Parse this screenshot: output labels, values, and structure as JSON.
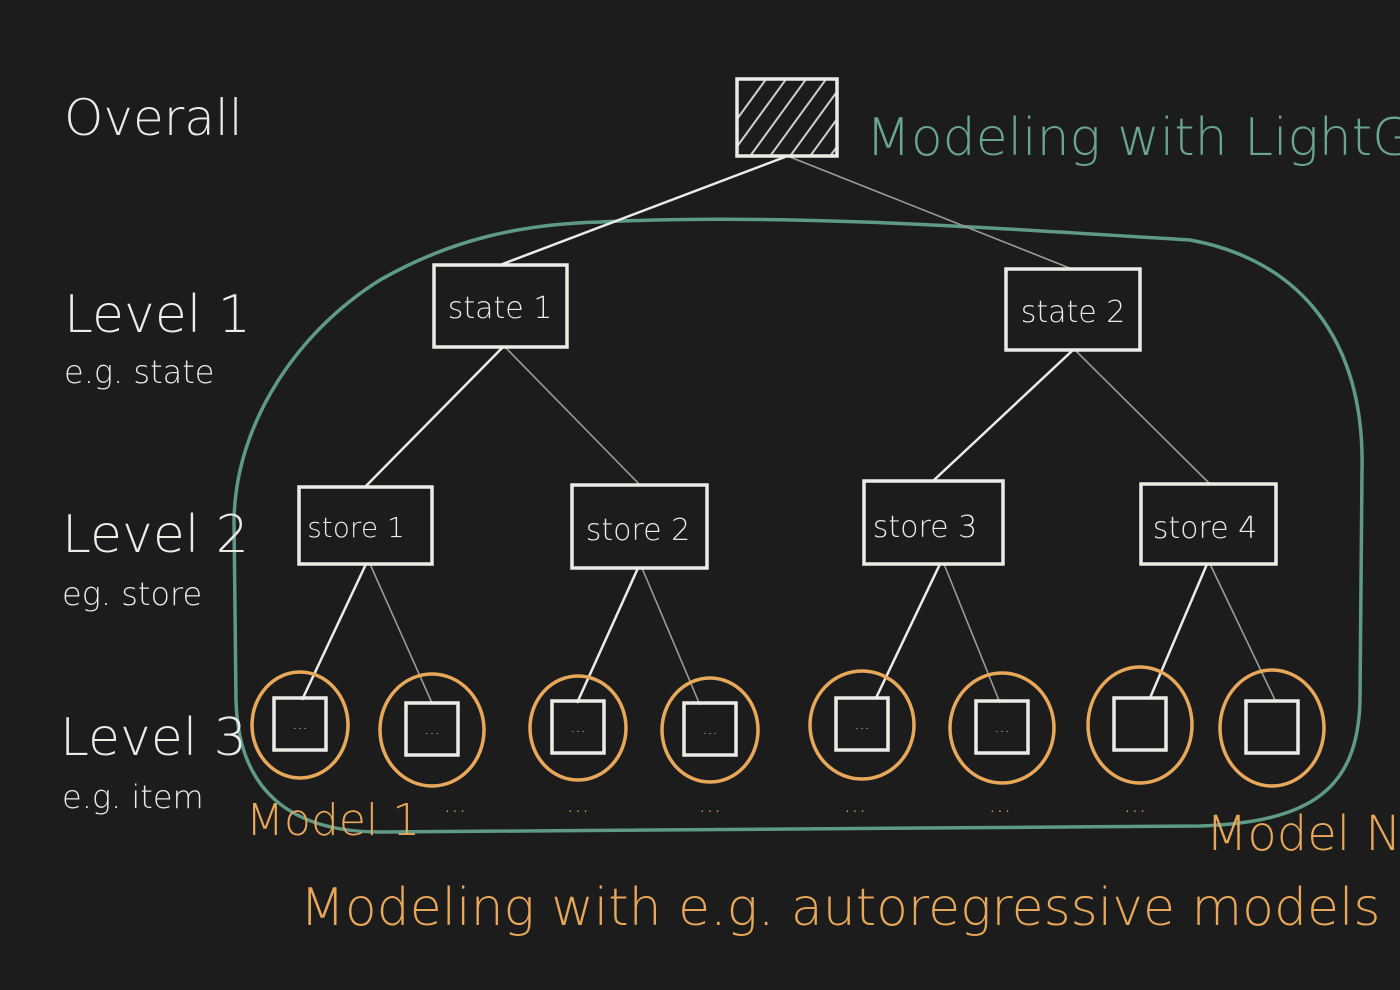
{
  "colors": {
    "background": "#1c1c1c",
    "chalk": "#ecebe6",
    "green": "#6aa590",
    "orange": "#e8a85a"
  },
  "levels": {
    "overall": "Overall",
    "level1": "Level 1",
    "level1_example": "e.g. state",
    "level2": "Level 2",
    "level2_example": "eg. store",
    "level3": "Level 3",
    "level3_example": "e.g. item"
  },
  "states": [
    "state 1",
    "state 2"
  ],
  "stores": [
    "store 1",
    "store 2",
    "store 3",
    "store 4"
  ],
  "item_placeholder": "...",
  "ellipsis": "...",
  "annotations": {
    "top_model": "Modeling with LightGBM",
    "first_model": "Model 1",
    "last_model": "Model N",
    "bottom_model": "Modeling with e.g. autoregressive models"
  }
}
